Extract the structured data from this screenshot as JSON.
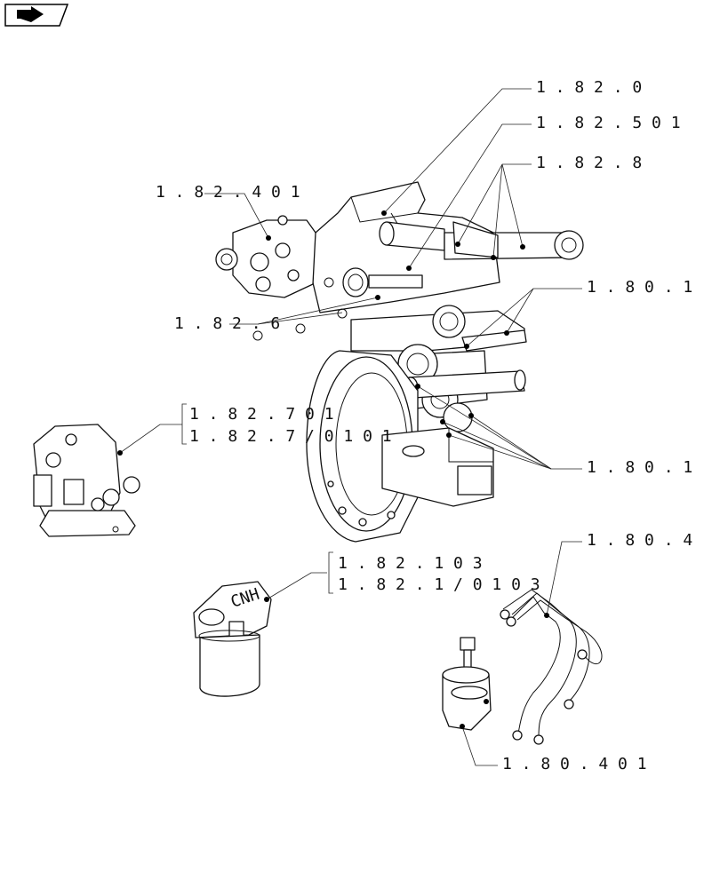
{
  "nav": {
    "icon": "forward-arrow-icon"
  },
  "callouts": {
    "c1": "1 . 8 2 . 0",
    "c2": "1 . 8 2 . 5   0 1",
    "c3": "1 . 8 2 . 8",
    "c4": "1 . 8 2 . 4   0 1",
    "c5": "1 . 8 0 . 1",
    "c6": "1 . 8 2 . 6",
    "c7a": "1 . 8 2 . 7   0 1",
    "c7b": "1 . 8 2 . 7 / 0 1   0 1",
    "c8": "1 . 8 0 . 1",
    "c9": "1 . 8 0 . 4",
    "c10a": "1 . 8 2 . 1   0 3",
    "c10b": "1 . 8 2 . 1 / 0 1   0 3",
    "c11": "1 . 8 0 . 4   0 1"
  },
  "filter_marking": "CNH"
}
